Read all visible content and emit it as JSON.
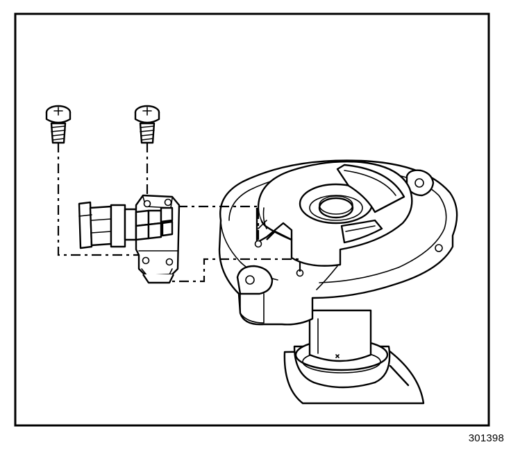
{
  "figure": {
    "number": "301398"
  },
  "parts": {
    "screw_left": "screw-icon",
    "screw_right": "screw-icon",
    "module": "ignition-module",
    "distributor": "distributor-housing"
  }
}
